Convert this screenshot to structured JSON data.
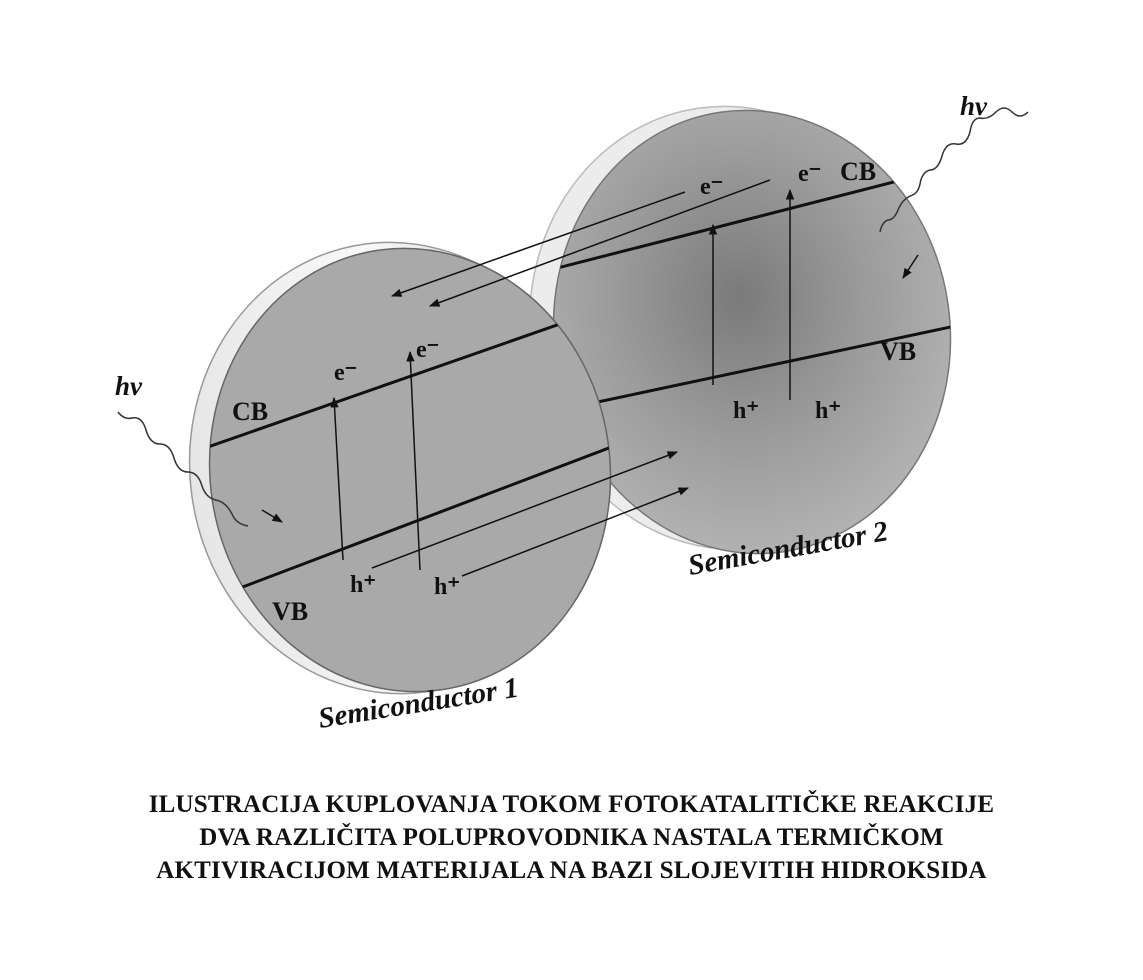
{
  "diagram": {
    "semiconductor_1": {
      "name": "Semiconductor 1",
      "cb_label": "CB",
      "vb_label": "VB",
      "electron_label": "e⁻",
      "hole_label": "h⁺",
      "photon_label": "hv"
    },
    "semiconductor_2": {
      "name": "Semiconductor 2",
      "cb_label": "CB",
      "vb_label": "VB",
      "electron_label": "e⁻",
      "hole_label": "h⁺",
      "photon_label": "hv"
    }
  },
  "caption": {
    "line1": "ILUSTRACIJA KUPLOVANJA TOKOM FOTOKATALITIČKE REAKCIJE",
    "line2": "DVA RAZLIČITA POLUPROVODNIKA NASTALA TERMIČKOM",
    "line3": "AKTIVIRACIJOM MATERIJALA NA BAZI SLOJEVITIH HIDROKSIDA"
  }
}
